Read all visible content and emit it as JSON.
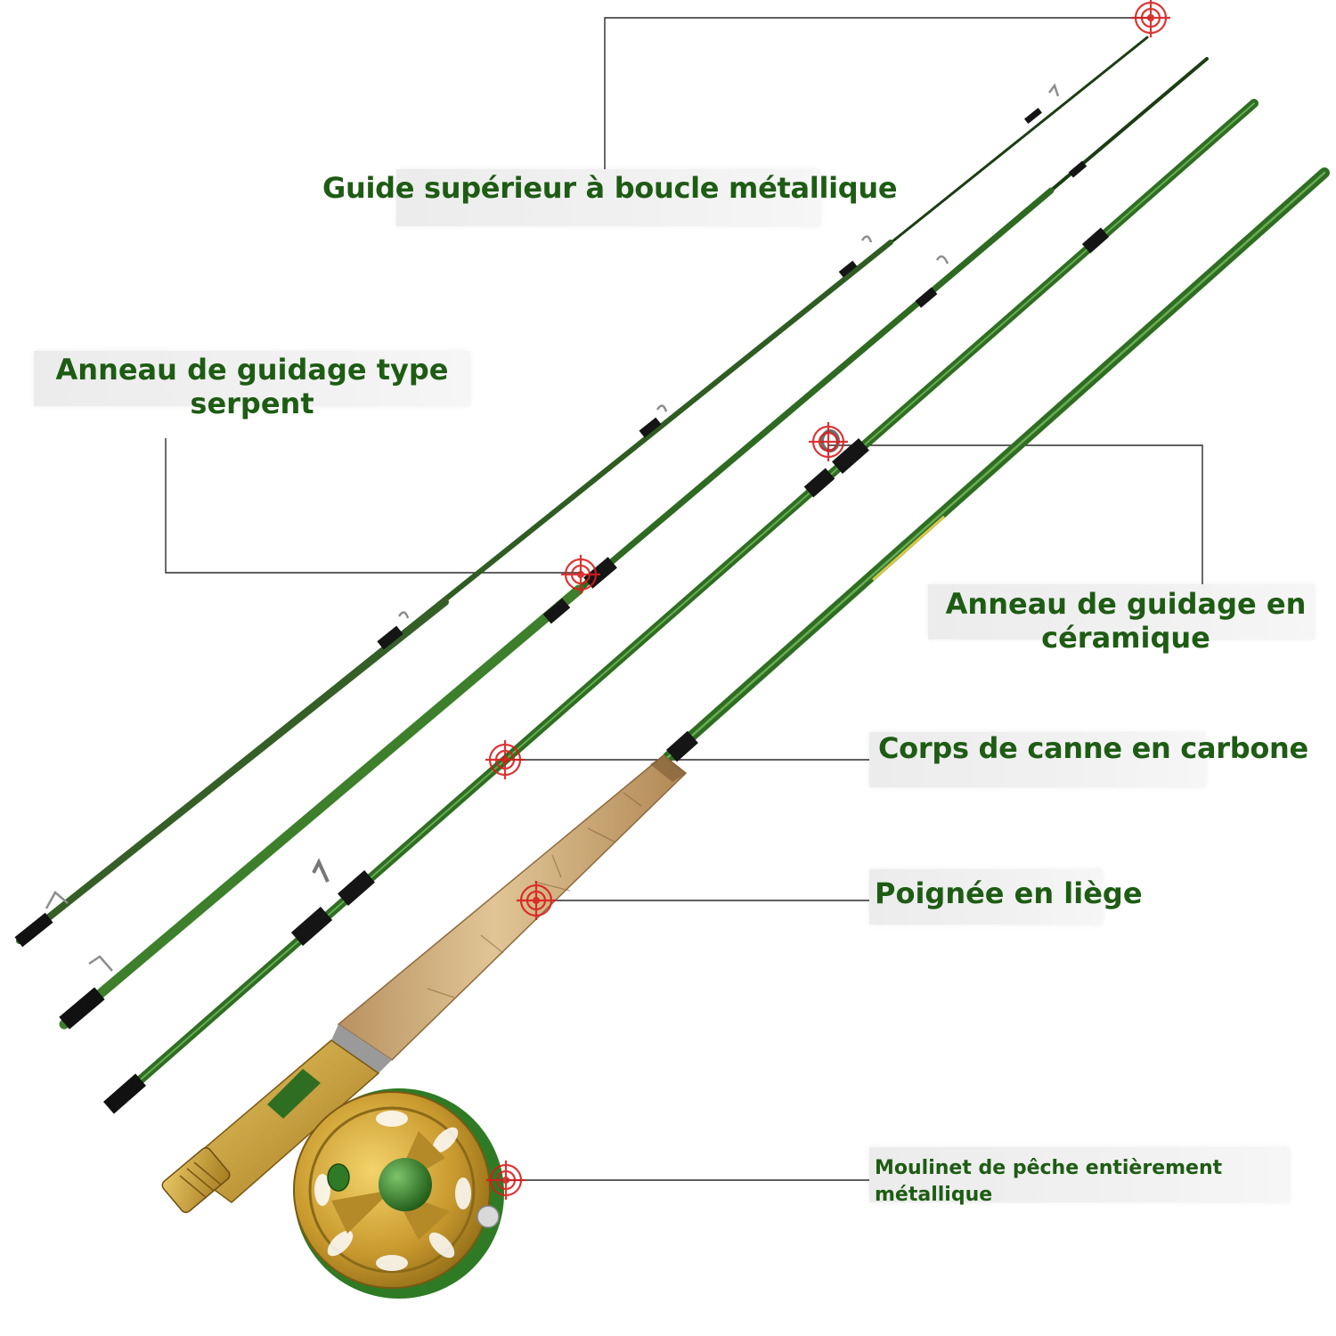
{
  "callouts": {
    "top_guide": "Guide supérieur à boucle métallique",
    "snake_guide": "Anneau de guidage type serpent",
    "ceramic_guide": "Anneau de guidage en céramique",
    "carbon_blank": "Corps de canne en carbone",
    "cork_handle": "Poignée en liège",
    "metal_reel": "Moulinet de pêche entièrement métallique"
  },
  "colors": {
    "label_text": "#1e5c14",
    "rod_green": "#3f8a2c",
    "rod_dark": "#1c3d14",
    "cork": "#c9a872",
    "reel_gold": "#c9a23a",
    "target_red": "#d81e1e",
    "leader_line": "#222222"
  }
}
